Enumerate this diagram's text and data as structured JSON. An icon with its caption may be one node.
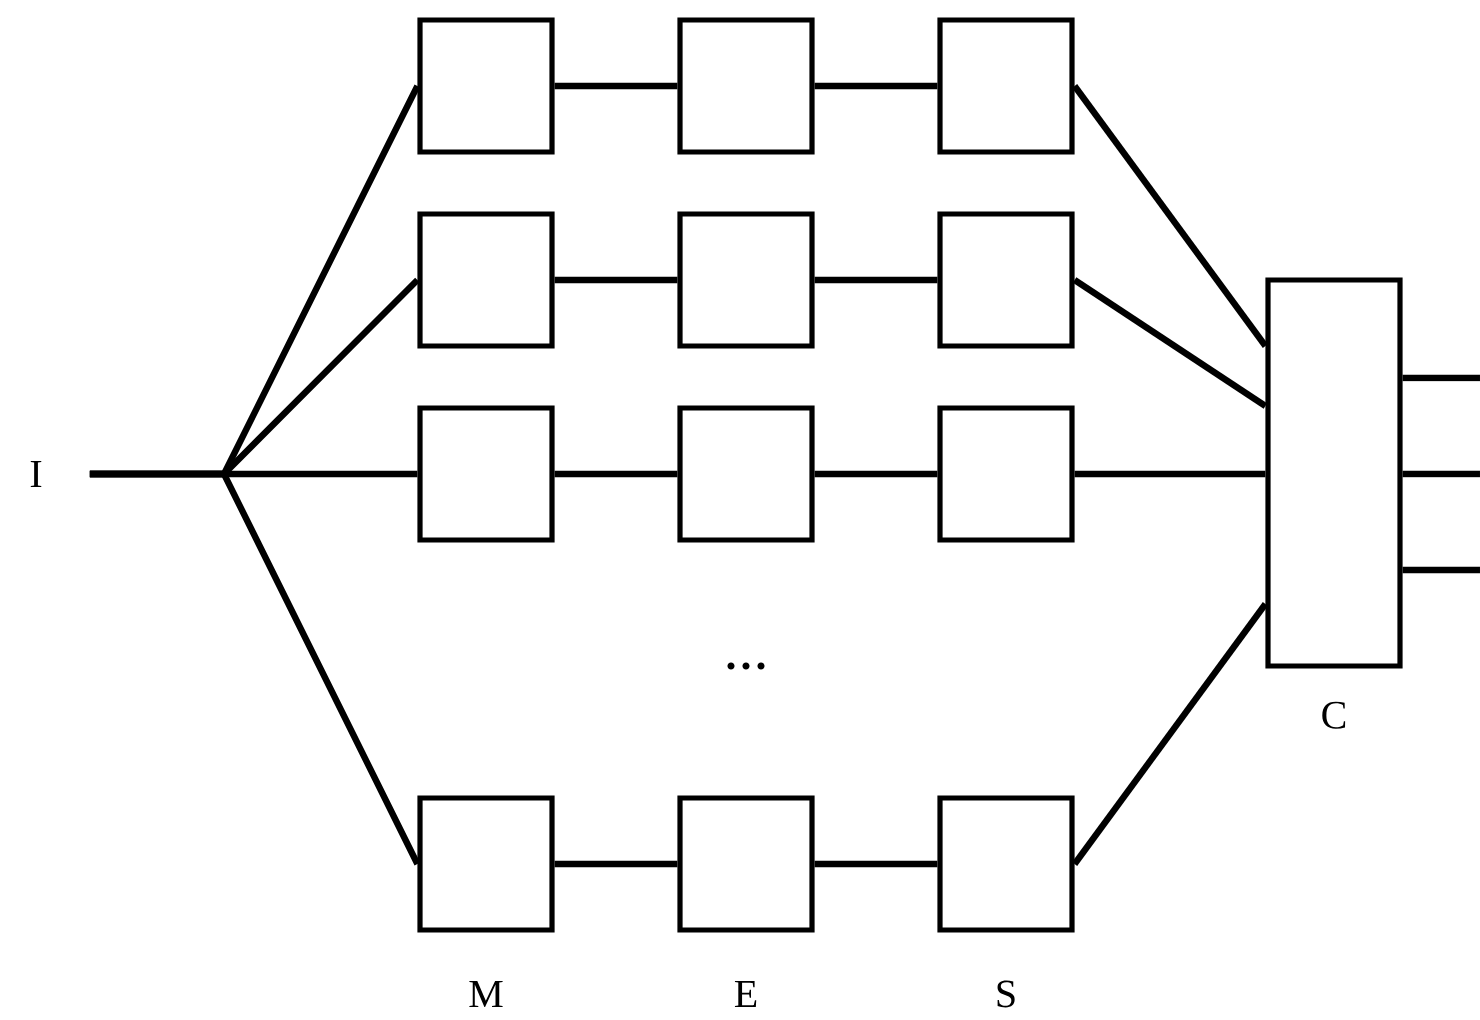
{
  "diagram": {
    "nodes": [
      {
        "text": [
          "I"
        ]
      },
      {
        "text": [],
        "shape": "box"
      },
      {
        "text": [],
        "shape": "box"
      },
      {
        "text": [],
        "shape": "box"
      },
      {
        "text": [],
        "shape": "box"
      },
      {
        "text": [],
        "shape": "box"
      },
      {
        "text": [],
        "shape": "box"
      },
      {
        "text": [],
        "shape": "box"
      },
      {
        "text": [],
        "shape": "box"
      },
      {
        "text": [],
        "shape": "box"
      },
      {
        "text": [],
        "shape": "box"
      },
      {
        "text": [],
        "shape": "box"
      },
      {
        "text": [],
        "shape": "box"
      },
      {
        "text": [
          "C"
        ]
      }
    ],
    "edges": [
      {
        "from": 0,
        "to": 1,
        "arrow": "none"
      },
      {
        "from": 0,
        "to": 4,
        "arrow": "none"
      },
      {
        "from": 0,
        "to": 7,
        "arrow": "none"
      },
      {
        "from": 0,
        "to": 10,
        "arrow": "none"
      },
      {
        "from": 1,
        "to": 2,
        "arrow": "none"
      },
      {
        "from": 2,
        "to": 3,
        "arrow": "none"
      },
      {
        "from": 4,
        "to": 5,
        "arrow": "none"
      },
      {
        "from": 5,
        "to": 6,
        "arrow": "none"
      },
      {
        "from": 7,
        "to": 8,
        "arrow": "none"
      },
      {
        "from": 8,
        "to": 9,
        "arrow": "none"
      },
      {
        "from": 10,
        "to": 11,
        "arrow": "none"
      },
      {
        "from": 11,
        "to": 12,
        "arrow": "none"
      },
      {
        "from": 3,
        "to": 13,
        "arrow": "none"
      },
      {
        "from": 6,
        "to": 13,
        "arrow": "none"
      },
      {
        "from": 9,
        "to": 13,
        "arrow": "none"
      },
      {
        "from": 12,
        "to": 13,
        "arrow": "none"
      },
      {
        "from": 13,
        "to": null,
        "arrow": "none"
      },
      {
        "from": 13,
        "to": null,
        "arrow": "none"
      },
      {
        "from": 13,
        "to": null,
        "arrow": "none"
      }
    ],
    "labels": [
      "...",
      "M",
      "E",
      "S"
    ]
  }
}
